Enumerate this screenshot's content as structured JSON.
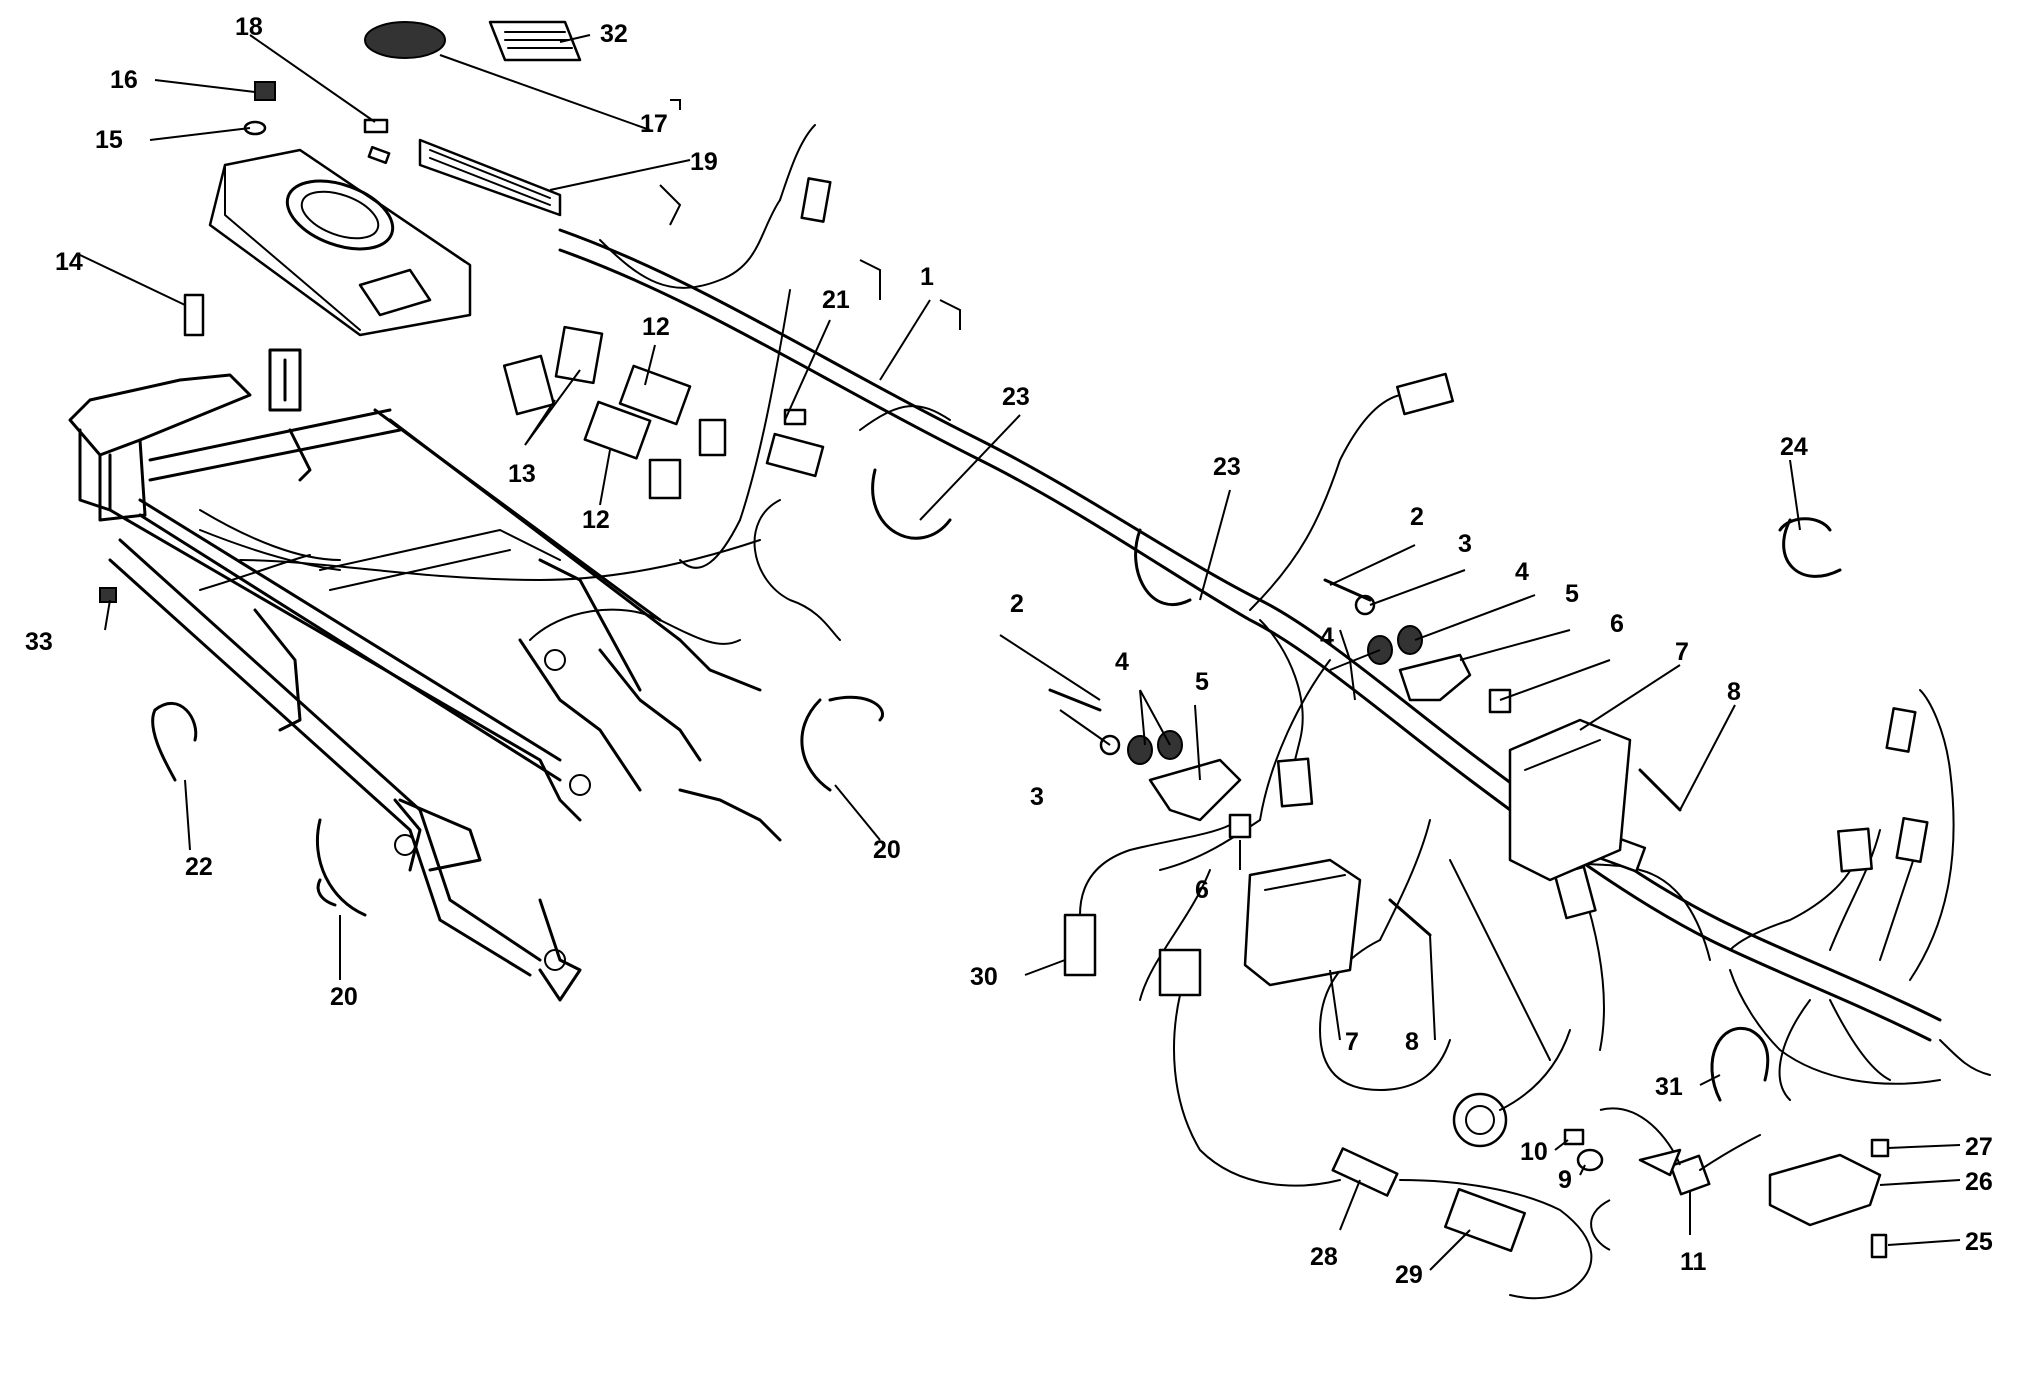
{
  "labels": {
    "l1": "1",
    "l2a": "2",
    "l2b": "2",
    "l3a": "3",
    "l3b": "3",
    "l4a": "4",
    "l4b": "4",
    "l4c": "4",
    "l5a": "5",
    "l5b": "5",
    "l6a": "6",
    "l6b": "6",
    "l7a": "7",
    "l7b": "7",
    "l8a": "8",
    "l8b": "8",
    "l9": "9",
    "l10": "10",
    "l11": "11",
    "l12a": "12",
    "l12b": "12",
    "l13": "13",
    "l14": "14",
    "l15": "15",
    "l16": "16",
    "l17": "17",
    "l18": "18",
    "l19": "19",
    "l20a": "20",
    "l20b": "20",
    "l21": "21",
    "l22": "22",
    "l23a": "23",
    "l23b": "23",
    "l24": "24",
    "l25": "25",
    "l26": "26",
    "l27": "27",
    "l28": "28",
    "l29": "29",
    "l30": "30",
    "l31": "31",
    "l32": "32",
    "l33": "33"
  }
}
